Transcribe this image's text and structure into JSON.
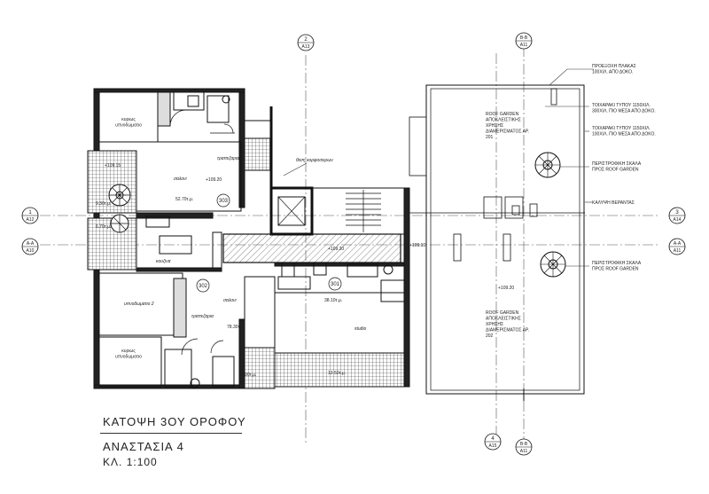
{
  "title_block": {
    "line1": "ΚΑΤΟΨΗ 3ΟΥ ΟΡΟΦΟΥ",
    "line2": "ΑΝΑΣΤΑΣΙΑ 4",
    "line3": "ΚΛ. 1:100"
  },
  "grid_markers": {
    "m2": {
      "num": "2",
      "ref": "A13"
    },
    "m1": {
      "num": "1",
      "ref": "A12"
    },
    "m3": {
      "num": "3",
      "ref": "A14"
    },
    "m4": {
      "num": "4",
      "ref": "A15"
    },
    "sec_bb_top": {
      "num": "B-B",
      "ref": "A11"
    },
    "sec_bb_bottom": {
      "num": "B-B",
      "ref": "A11"
    },
    "sec_aa_left": {
      "num": "A-A",
      "ref": "A10"
    },
    "sec_aa_right": {
      "num": "A-A",
      "ref": "A11"
    }
  },
  "rooms": {
    "master_bedroom_top": "κυριως\nυπνοδωματιο",
    "kitchen_label_top": "τραπεζαρια",
    "living_top": "σαλονι",
    "area_303": "52.70τ.μ.",
    "unit_303": "303",
    "level_303": "+109.20",
    "level_115": "+109.15",
    "area_930": "9.30τ.μ.",
    "area_670": "6.70τ.μ.",
    "kitchen_302": "κουζινα",
    "bedroom2": "υπνοδωματιο 2",
    "dining_302": "τραπεζαρια",
    "living_302": "σαλονι",
    "unit_302": "302",
    "area_302": "78.30τ.μ.",
    "master_bedroom_bottom": "κυριως\nυπνοδωματιο",
    "area_390": "3.90τ.μ.",
    "corridor": "θεση κορφοσειρων",
    "level_920": "+109.20",
    "level_910": "+109.10",
    "unit_301": "301",
    "area_301": "38.10τ.μ.",
    "studio": "studio",
    "area_1350": "13.50τ.μ.",
    "level_roof": "+109.20"
  },
  "annotations": {
    "a1": "ΠΡΟΕΞΟΧΗ ΠΛΑΚΑΣ\n100ΧΙΛ. ΑΠΟ ΔΟΚΟ.",
    "a2": "ΤΟΙΧΑΡΑΚΙ ΤΥΠΟΥ 1150ΧΙΛ.\n300ΧΙΛ. ΠΙΟ ΜΕΣΑ ΑΠΟ ΔΟΚΟ.",
    "a3": "ΤΟΙΧΑΡΑΚΙ ΤΥΠΟΥ 1150ΧΙΛ.\n100ΧΙΛ. ΠΙΟ ΜΕΣΑ ΑΠΟ ΔΟΚΟ.",
    "a4": "ΠΕΡΙΣΤΡΟΦΙΚΗ ΣΚΑΛΑ\nΠΡΟΣ ROOF GARDEN",
    "a5": "ΚΑΛΥΨΗ ΒΕΡΑΝΤΑΣ",
    "a6": "ΠΕΡΙΣΤΡΟΦΙΚΗ ΣΚΑΛΑ\nΠΡΟΣ ROOF GARDEN",
    "roof1": "ROOF GARDEN\nΑΠΟΚΛΕΙΣΤΙΚΗΣ\nΧΡΗΣΗΣ\nΔΙΑΜΕΡΙΣΜΑΤΟΣ ΑΡ.\n201",
    "roof2": "ROOF GARDEN\nΑΠΟΚΛΕΙΣΤΙΚΗΣ\nΧΡΗΣΗΣ\nΔΙΑΜΕΡΙΣΜΑΤΟΣ ΑΡ.\n202"
  }
}
